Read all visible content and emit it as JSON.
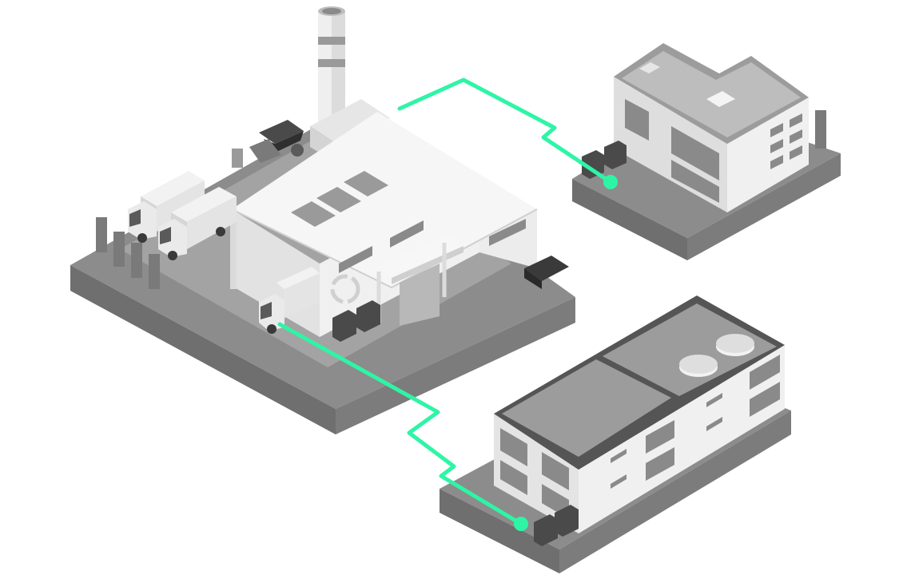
{
  "colors": {
    "background": "#ffffff",
    "route": "#2ef5a6",
    "route_dot": "#2ef5a6",
    "platform_top": "#8c8c8c",
    "platform_left": "#6f6f6f",
    "platform_right": "#7c7c7c",
    "ground": "#a7a7a7",
    "wall_light": "#f2f2f2",
    "wall_mid": "#e3e3e3",
    "wall_dark": "#cfcfcf",
    "roof": "#bdbdbd",
    "roof_dark": "#9c9c9c",
    "outline": "#555555",
    "window": "#8a8a8a",
    "bin": "#4a4a4a",
    "bin_dark": "#2f2f2f"
  },
  "icons": {
    "recycle": "recycle-icon",
    "truck": "garbage-truck-icon",
    "bin": "waste-bin-icon",
    "chimney": "chimney-icon"
  },
  "scene": {
    "nodes": [
      "recycling-plant",
      "office-building",
      "apartment-building"
    ],
    "links": [
      {
        "from": "recycling-plant",
        "to": "office-building"
      },
      {
        "from": "recycling-plant",
        "to": "apartment-building"
      }
    ]
  }
}
